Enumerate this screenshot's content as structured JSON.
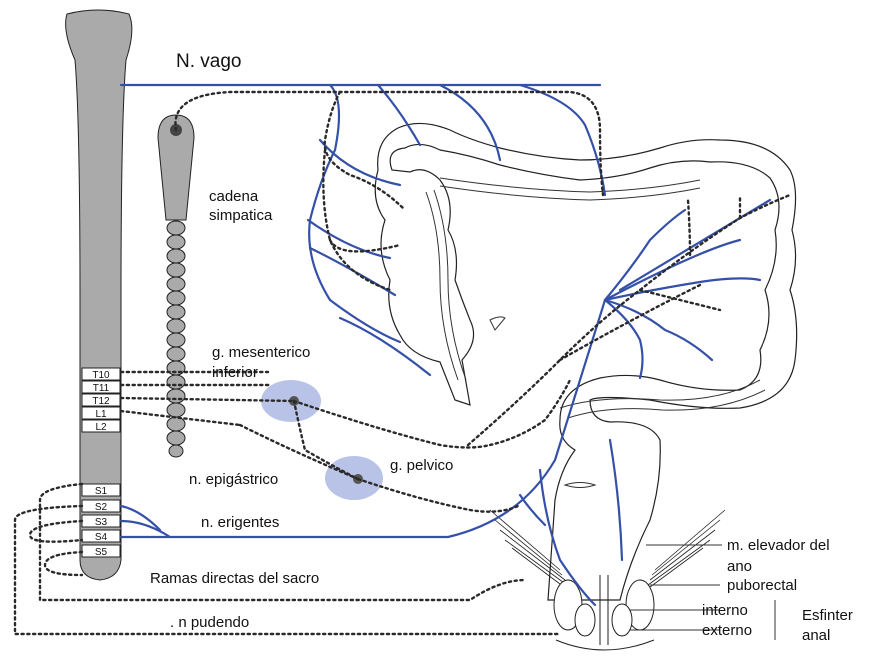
{
  "labels": {
    "vagus": "N. vago",
    "sympathetic_chain_1": "cadena",
    "sympathetic_chain_2": "simpatica",
    "mesenteric_1": "g. mesenterico",
    "mesenteric_2": "inferior",
    "epigastric": "n. epigástrico",
    "pelvic": "g. pelvico",
    "erigentes": "n. erigentes",
    "sacral_branches": "Ramas directas del sacro",
    "pudendal": ". n pudendo",
    "levator_1": "m. elevador del",
    "levator_2": "ano",
    "puborectal": "puborectal",
    "internal": "interno",
    "external": "externo",
    "sphincter_1": "Esfinter",
    "sphincter_2": "anal"
  },
  "segments": [
    "T10",
    "T11",
    "T12",
    "L1",
    "L2",
    "S1",
    "S2",
    "S3",
    "S4",
    "S5"
  ],
  "colors": {
    "parasympathetic": "#3550a8",
    "ganglion": "#b9c3e8",
    "cord": "#aaaaaa"
  }
}
